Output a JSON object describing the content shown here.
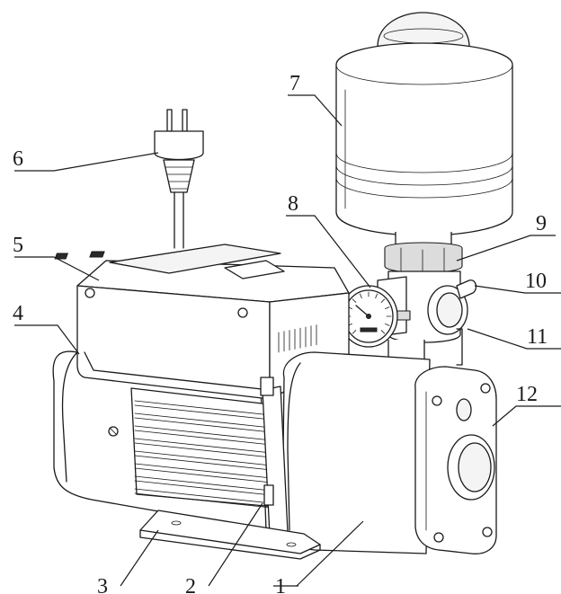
{
  "callouts": [
    {
      "id": "1",
      "label": "1"
    },
    {
      "id": "2",
      "label": "2"
    },
    {
      "id": "3",
      "label": "3"
    },
    {
      "id": "4",
      "label": "4"
    },
    {
      "id": "5",
      "label": "5"
    },
    {
      "id": "6",
      "label": "6"
    },
    {
      "id": "7",
      "label": "7"
    },
    {
      "id": "8",
      "label": "8"
    },
    {
      "id": "9",
      "label": "9"
    },
    {
      "id": "10",
      "label": "10"
    },
    {
      "id": "11",
      "label": "11"
    },
    {
      "id": "12",
      "label": "12"
    }
  ],
  "colors": {
    "line": "#1a1a1a",
    "paper": "#ffffff",
    "shade": "#dcdcdc"
  }
}
